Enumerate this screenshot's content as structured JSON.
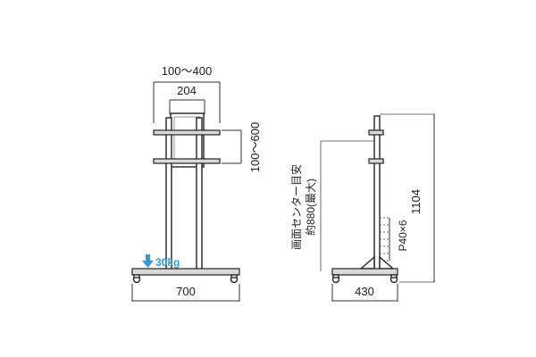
{
  "front_view": {
    "dim_mount_range": "100～400",
    "dim_mount_width": "204",
    "dim_shelf_range": "100～600",
    "dim_base_width": "700",
    "load": {
      "value": "30kg",
      "icon": "down-arrow-icon",
      "color": "#3399dd"
    }
  },
  "side_view": {
    "label_center_title": "画面センター目安",
    "label_center_value": "約880(最大)",
    "dim_pitch": "P40×6",
    "dim_total_height": "1104",
    "dim_base_depth": "430"
  }
}
